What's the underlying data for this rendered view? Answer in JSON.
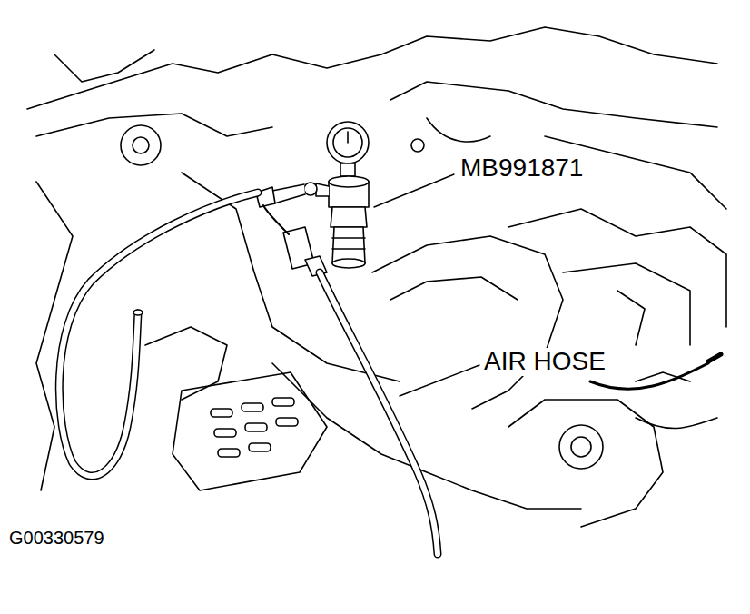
{
  "diagram": {
    "labels": [
      "MB991871",
      "AIR HOSE",
      "G00330579"
    ]
  }
}
